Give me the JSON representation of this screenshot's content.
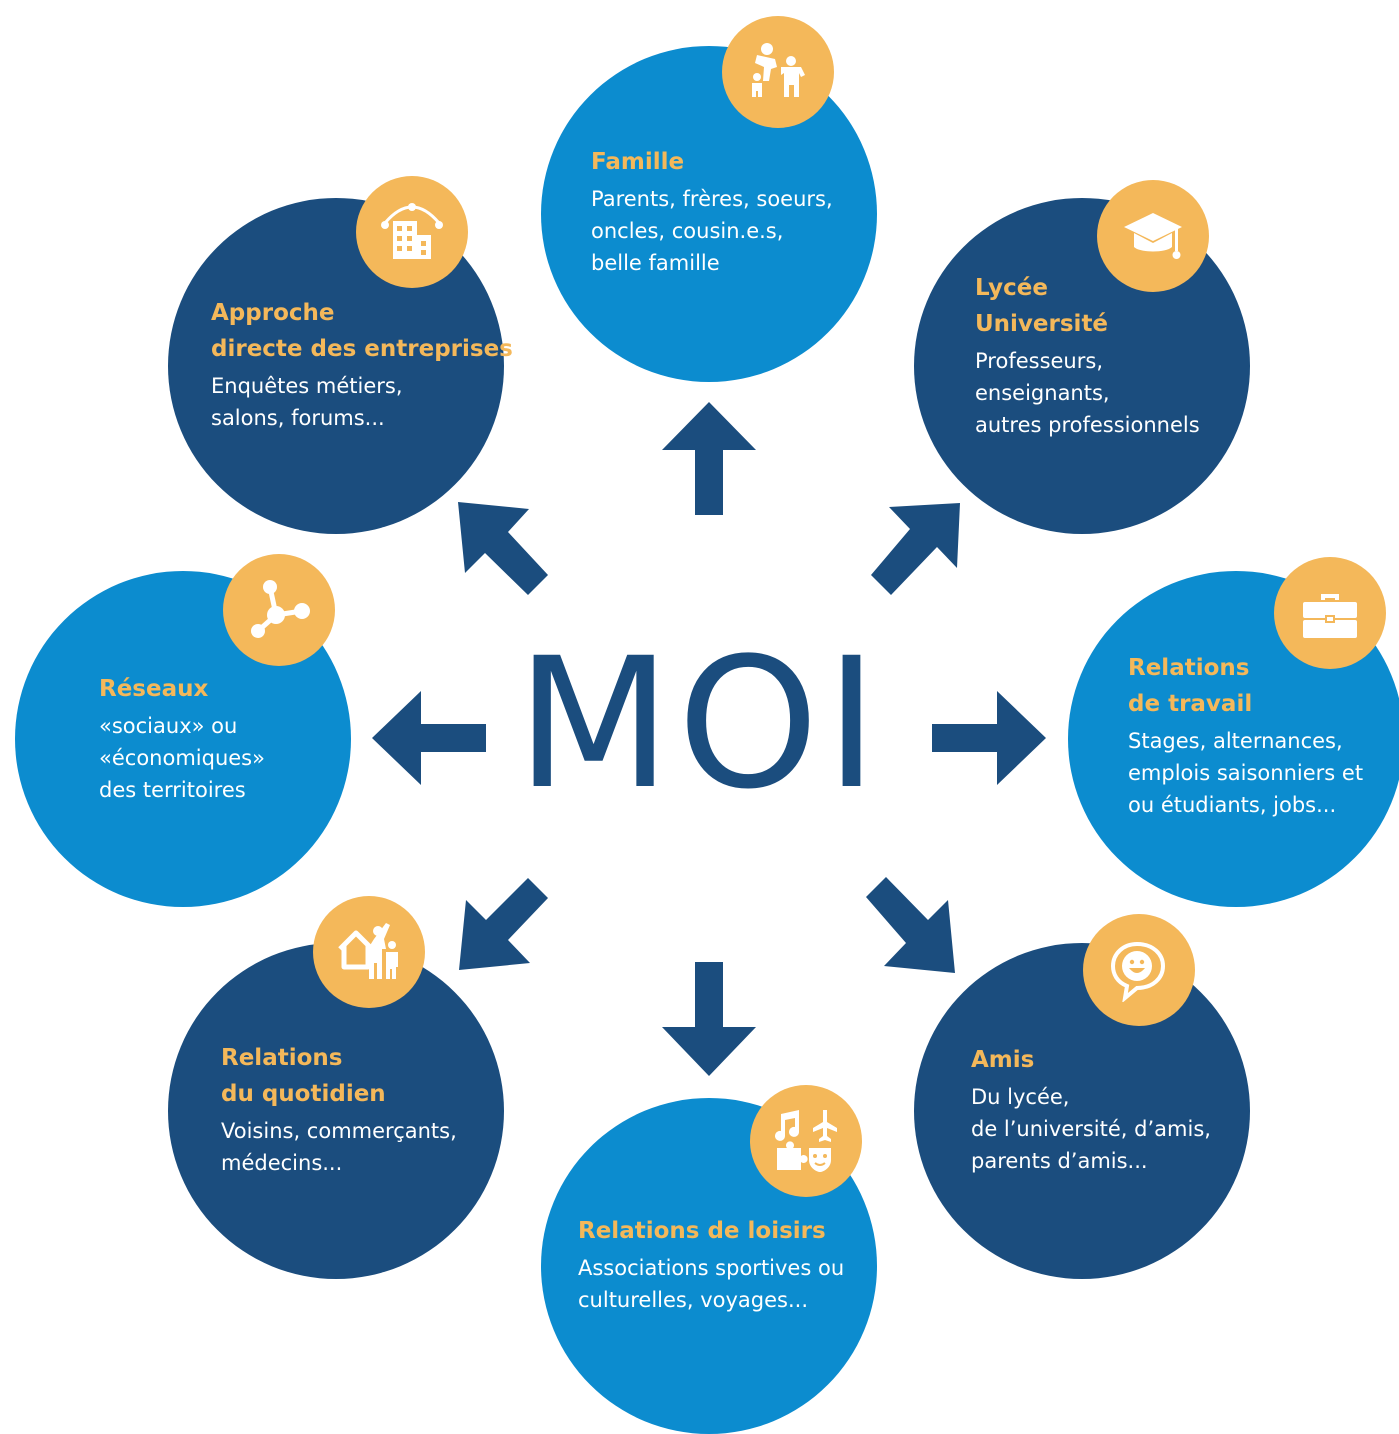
{
  "center": {
    "label": "MOI"
  },
  "colors": {
    "dark": "#1b4d7e",
    "light": "#0c8ccf",
    "accent": "#f4b85a",
    "arrow": "#1b4d7e"
  },
  "nodes": [
    {
      "id": "famille",
      "icon": "family-icon",
      "title": "Famille",
      "desc": "Parents, frères, soeurs,\noncles, cousin.e.s,\nbelle famille"
    },
    {
      "id": "lycee",
      "icon": "graduation-cap-icon",
      "title": "Lycée\nUniversité",
      "desc": "Professeurs,\nenseignants,\nautres professionnels"
    },
    {
      "id": "travail",
      "icon": "briefcase-icon",
      "title": "Relations\nde travail",
      "desc": "Stages, alternances,\nemplois saisonniers et\nou étudiants, jobs..."
    },
    {
      "id": "amis",
      "icon": "smiley-chat-icon",
      "title": "Amis",
      "desc": "Du lycée,\nde l’université, d’amis,\nparents d’amis..."
    },
    {
      "id": "loisirs",
      "icon": "leisure-icon",
      "title": "Relations de loisirs",
      "desc": "Associations sportives ou\nculturelles, voyages..."
    },
    {
      "id": "quotidien",
      "icon": "neighbors-icon",
      "title": "Relations\ndu quotidien",
      "desc": "Voisins, commerçants,\nmédecins..."
    },
    {
      "id": "reseaux",
      "icon": "network-icon",
      "title": "Réseaux",
      "desc": "«sociaux» ou\n«économiques»\ndes territoires"
    },
    {
      "id": "entreprises",
      "icon": "building-icon",
      "title": "Approche\ndirecte des entreprises",
      "desc": "Enquêtes métiers,\nsalons, forums..."
    }
  ]
}
